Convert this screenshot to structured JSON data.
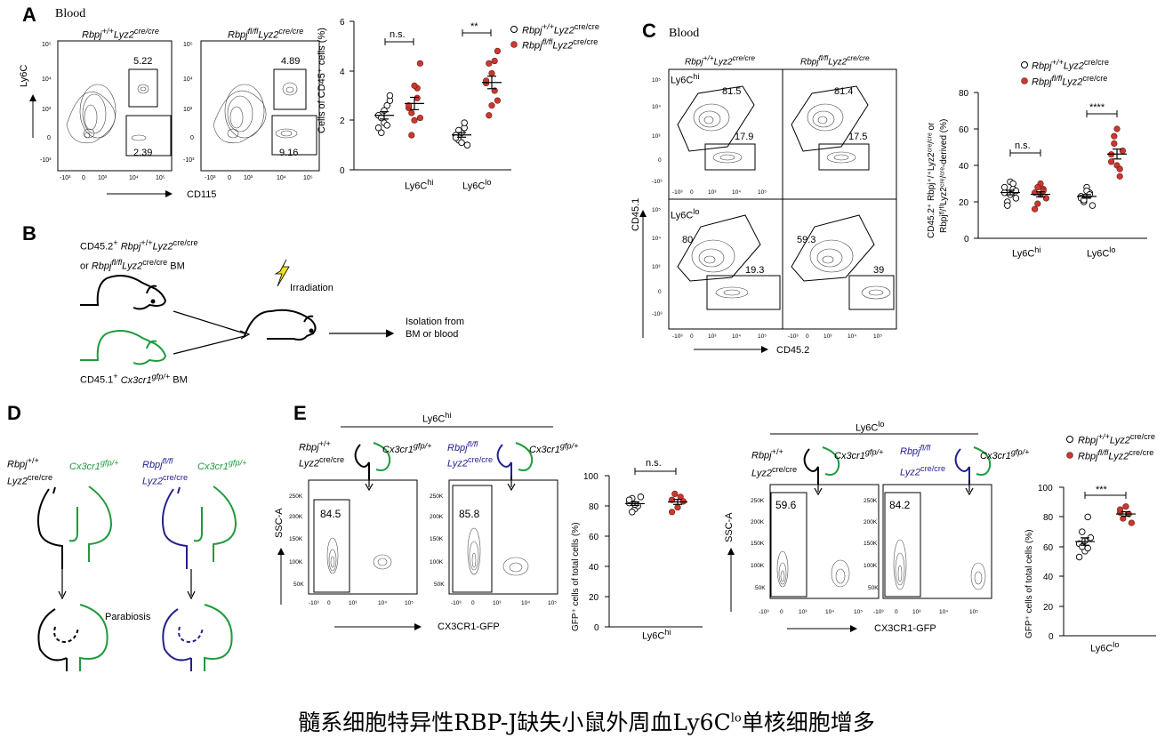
{
  "panels": {
    "A": {
      "letter": "A",
      "source": "Blood",
      "plot1_title_html": "Rbpj<sup>+/+</sup>Lyz2<sup>cre/cre</sup>",
      "plot2_title_html": "Rbpj<sup>fl/fl</sup>Lyz2<sup>cre/cre</sup>",
      "ylabel": "Ly6C",
      "xlabel": "CD115",
      "plot1_gates": [
        "5.22",
        "2.39"
      ],
      "plot2_gates": [
        "4.89",
        "9.16"
      ],
      "dot_ylabel_html": "Cells of CD45<sup>+</sup> cells (%)",
      "sig": [
        "n.s.",
        "**"
      ],
      "cats_html": [
        "Ly6C<sup>hi</sup>",
        "Ly6C<sup>lo</sup>"
      ]
    },
    "B": {
      "letter": "B",
      "donor1_html": "CD45.2<sup>+</sup> <i>Rbpj</i><sup>+/+</sup><i>Lyz2</i><sup>cre/cre</sup>",
      "donor1b_html": "or <i>Rbpj</i><sup><i>fl/fl</i></sup><i>Lyz2</i><sup>cre/cre</sup> BM",
      "donor2_html": "CD45.1<sup>+</sup> <i>Cx3cr1<sup>gfp/+</sup></i> BM",
      "irradiation": "Irradiation",
      "isolation1": "Isolation from",
      "isolation2": "BM or blood"
    },
    "C": {
      "letter": "C",
      "source": "Blood",
      "plot1_title_html": "Rbpj<sup>+/+</sup>Lyz2<sup>cre/cre</sup>",
      "plot2_title_html": "Rbpj<sup>fl/fl</sup>Lyz2<sup>cre/cre</sup>",
      "row1_label_html": "Ly6C<sup>hi</sup>",
      "row2_label_html": "Ly6C<sup>lo</sup>",
      "ylabel": "CD45.1",
      "xlabel": "CD45.2",
      "gates": [
        "81.5",
        "17.9",
        "81.4",
        "17.5",
        "80",
        "19.3",
        "59.3",
        "39"
      ],
      "sig": [
        "n.s.",
        "****"
      ],
      "cats_html": [
        "Ly6C<sup>hi</sup>",
        "Ly6C<sup>lo</sup>"
      ]
    },
    "D": {
      "letter": "D",
      "left_genotype_html": "<i>Rbpj</i><sup>+/+</sup>",
      "left_genotype2_html": "<i>Lyz2</i><sup>cre/cre</sup>",
      "right_genotype_html": "<i>Rbpj<sup>fl/fl</sup></i>",
      "right_genotype2_html": "<i>Lyz2</i><sup>cre/cre</sup>",
      "partner_html": "<i>Cx3cr1<sup>gfp/+</sup></i>",
      "parabiosis": "Parabiosis"
    },
    "E": {
      "letter": "E",
      "group1_html": "Ly6C<sup>hi</sup>",
      "group2_html": "Ly6C<sup>lo</sup>",
      "ylabel": "SSC-A",
      "xlabel": "CX3CR1-GFP",
      "gates_hi": [
        "84.5",
        "85.8"
      ],
      "gates_lo": [
        "59.6",
        "84.2"
      ],
      "dot_ylabel_html": "GFP<sup>+</sup> cells of total cells (%)",
      "sig": [
        "n.s.",
        "***"
      ]
    }
  },
  "legend": {
    "wt_html": "<i>Rbpj</i><sup><i>+/+</i></sup><i>Lyz2</i><sup>cre/cre</sup>",
    "ko_html": "<i>Rbpj</i><sup><i>fl/fl</i></sup><i>Lyz2</i><sup>cre/cre</sup>"
  },
  "colors": {
    "ko_dot": "#c8392e",
    "gfp_green": "#1f9a3e",
    "rbpj_blue": "#24208f",
    "bolt": "#f2e21a"
  },
  "caption": "髓系细胞特异性RBP-J缺失小鼠外周血Ly6Clo单核细胞增多",
  "chart_data": [
    {
      "type": "scatter",
      "panel": "A",
      "ylabel": "Cells of CD45+ cells (%)",
      "ylim": [
        0,
        6
      ],
      "categories": [
        "Ly6Chi",
        "Ly6Clo"
      ],
      "series": [
        {
          "name": "Rbpj+/+Lyz2cre/cre",
          "values": [
            [
              2.2,
              1.5,
              1.9,
              2.6,
              2.8,
              1.7,
              2.1,
              2.4,
              1.8,
              3.0
            ],
            [
              1.4,
              1.2,
              1.5,
              1.7,
              1.0,
              1.3,
              1.6,
              1.1,
              1.9
            ]
          ]
        },
        {
          "name": "Rbpjfl/flLyz2cre/cre",
          "values": [
            [
              2.5,
              1.4,
              2.0,
              3.3,
              4.3,
              2.6,
              2.3,
              3.4,
              2.9,
              2.1
            ],
            [
              3.5,
              4.3,
              2.6,
              3.2,
              4.8,
              3.6,
              2.2,
              3.9,
              4.4,
              2.8
            ]
          ]
        }
      ],
      "annotations": [
        "n.s.",
        "**"
      ]
    },
    {
      "type": "scatter",
      "panel": "C",
      "ylabel": "CD45.2+ Rbpj+/+Lyz2cre/cre or Rbpjfl/flLyz2cre/cre-derived (%)",
      "ylim": [
        0,
        80
      ],
      "categories": [
        "Ly6Chi",
        "Ly6Clo"
      ],
      "series": [
        {
          "name": "Rbpj+/+Lyz2cre/cre",
          "values": [
            [
              25,
              20,
              31,
              27,
              22,
              28,
              18,
              24,
              30,
              26
            ],
            [
              23,
              20,
              28,
              25,
              18,
              22,
              21,
              26,
              24
            ]
          ]
        },
        {
          "name": "Rbpjfl/flLyz2cre/cre",
          "values": [
            [
              25,
              19,
              30,
              27,
              22,
              16,
              28,
              24,
              26
            ],
            [
              46,
              56,
              40,
              34,
              48,
              42,
              52,
              60,
              38
            ]
          ]
        }
      ],
      "annotations": [
        "n.s.",
        "****"
      ]
    },
    {
      "type": "scatter",
      "panel": "E-hi",
      "ylabel": "GFP+ cells of total cells (%)",
      "ylim": [
        0,
        100
      ],
      "categories": [
        "Ly6Chi"
      ],
      "series": [
        {
          "name": "Rbpj+/+Lyz2cre/cre",
          "values": [
            [
              82,
              85,
              78,
              80,
              86,
              84,
              76,
              81
            ]
          ]
        },
        {
          "name": "Rbpjfl/flLyz2cre/cre",
          "values": [
            [
              84,
              88,
              79,
              86,
              83,
              76
            ]
          ]
        }
      ],
      "annotations": [
        "n.s."
      ]
    },
    {
      "type": "scatter",
      "panel": "E-lo",
      "ylabel": "GFP+ cells of total cells (%)",
      "ylim": [
        0,
        100
      ],
      "categories": [
        "Ly6Clo"
      ],
      "series": [
        {
          "name": "Rbpj+/+Lyz2cre/cre",
          "values": [
            [
              62,
              70,
              57,
              59,
              66,
              53,
              60,
              64,
              80
            ]
          ]
        },
        {
          "name": "Rbpjfl/flLyz2cre/cre",
          "values": [
            [
              83,
              79,
              87,
              82,
              76,
              85
            ]
          ]
        }
      ],
      "annotations": [
        "***"
      ]
    }
  ]
}
